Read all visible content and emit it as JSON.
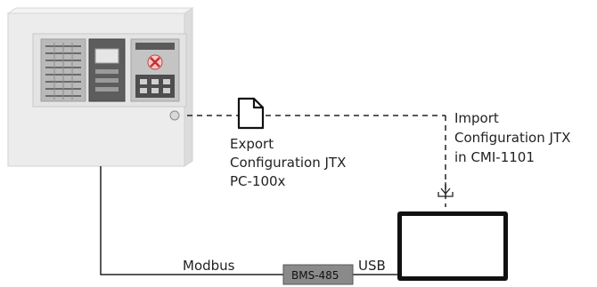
{
  "export_label": {
    "line1": "Export",
    "line2": "Configuration JTX",
    "line3": "PC-100x"
  },
  "import_label": {
    "line1": "Import",
    "line2": "Configuration JTX",
    "line3": "in CMI-1101"
  },
  "modbus_label": "Modbus",
  "usb_label": "USB",
  "converter_label": "BMS-485",
  "colors": {
    "cabinet": "#ececec",
    "cabinet_edge": "#cfcfcf",
    "converter": "#8a8a8a",
    "line": "#222222"
  }
}
